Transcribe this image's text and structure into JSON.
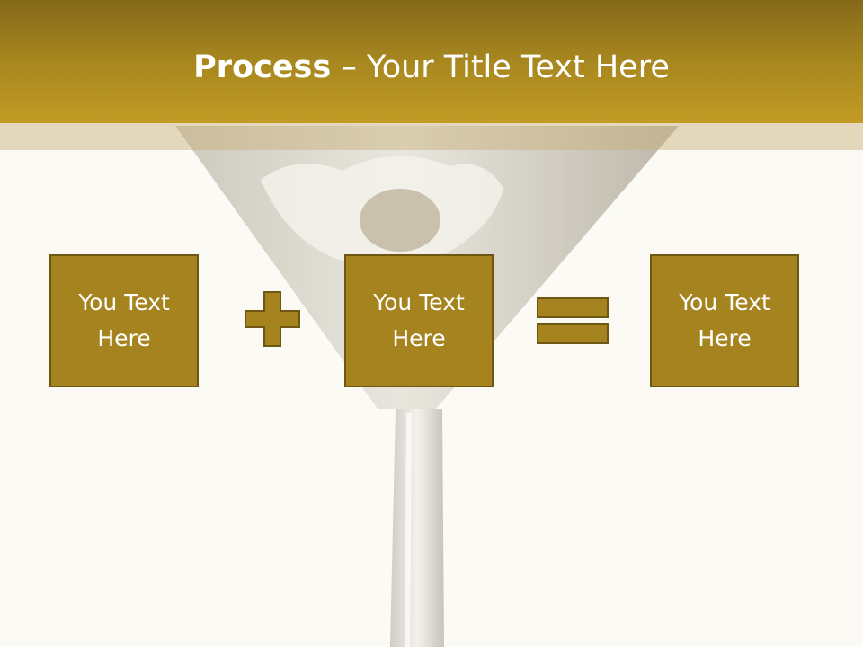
{
  "slide": {
    "title_bold": "Process",
    "title_rest": " – Your Title Text Here"
  },
  "process": {
    "boxes": [
      {
        "label": "You Text Here"
      },
      {
        "label": "You Text Here"
      },
      {
        "label": "You Text Here"
      }
    ],
    "operators": [
      "plus",
      "equals"
    ]
  },
  "colors": {
    "title_bar": "#a7871f",
    "box_fill": "#a5831f",
    "box_border": "#6e5713",
    "background": "#fbfaf5"
  }
}
